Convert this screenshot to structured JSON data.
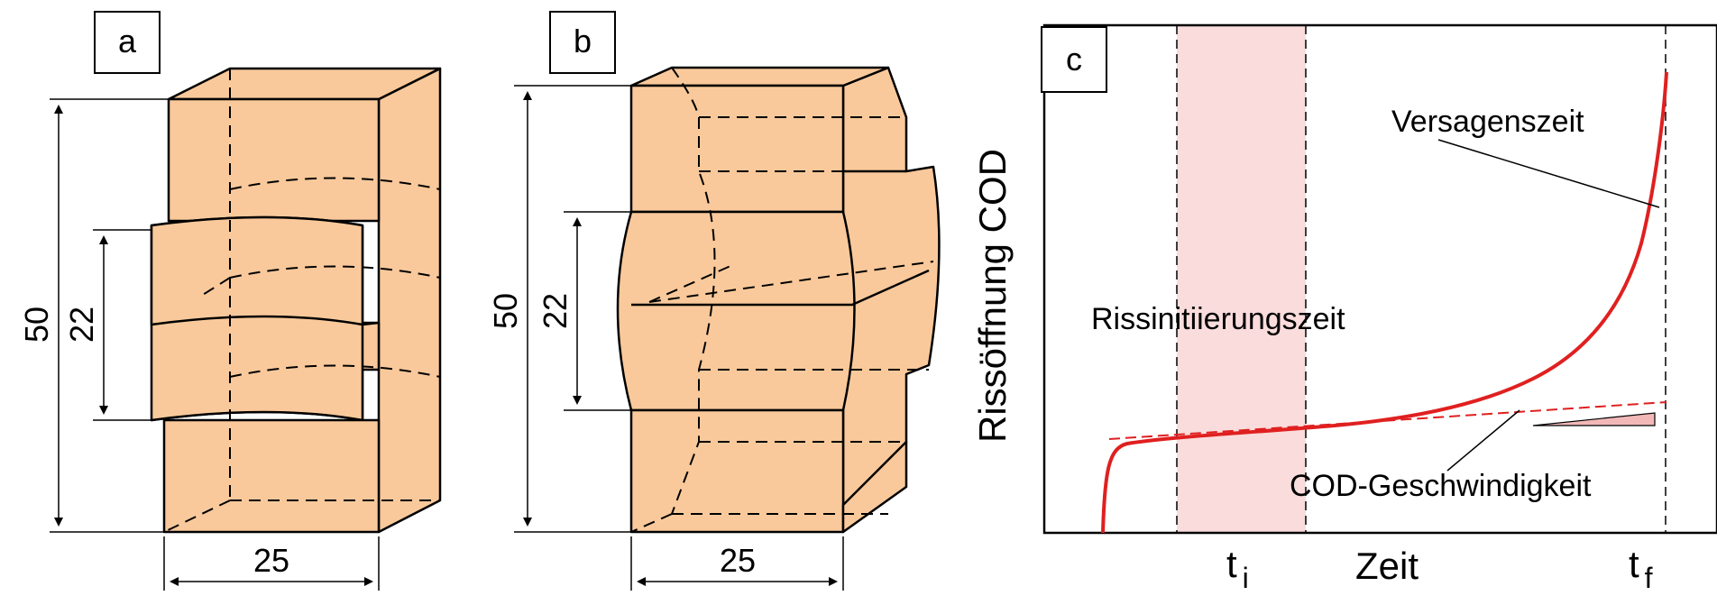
{
  "panels": {
    "a": {
      "label": "a",
      "dim_total": "50",
      "dim_notch": "22",
      "dim_width": "25"
    },
    "b": {
      "label": "b",
      "dim_total": "50",
      "dim_notch": "22",
      "dim_width": "25"
    },
    "c": {
      "label": "c",
      "ylabel": "Rissöffnung COD",
      "xlabel": "Zeit",
      "ti_base": "t",
      "ti_sub": "i",
      "tf_base": "t",
      "tf_sub": "f",
      "annot_initiation": "Rissinitiierungszeit",
      "annot_failure": "Versagenszeit",
      "annot_rate": "COD-Geschwindigkeit"
    }
  },
  "colors": {
    "specimen_fill": "#f9c99b",
    "curve": "#e02020",
    "shade": "#fadcdc",
    "wedge": "#f2b8b8"
  }
}
